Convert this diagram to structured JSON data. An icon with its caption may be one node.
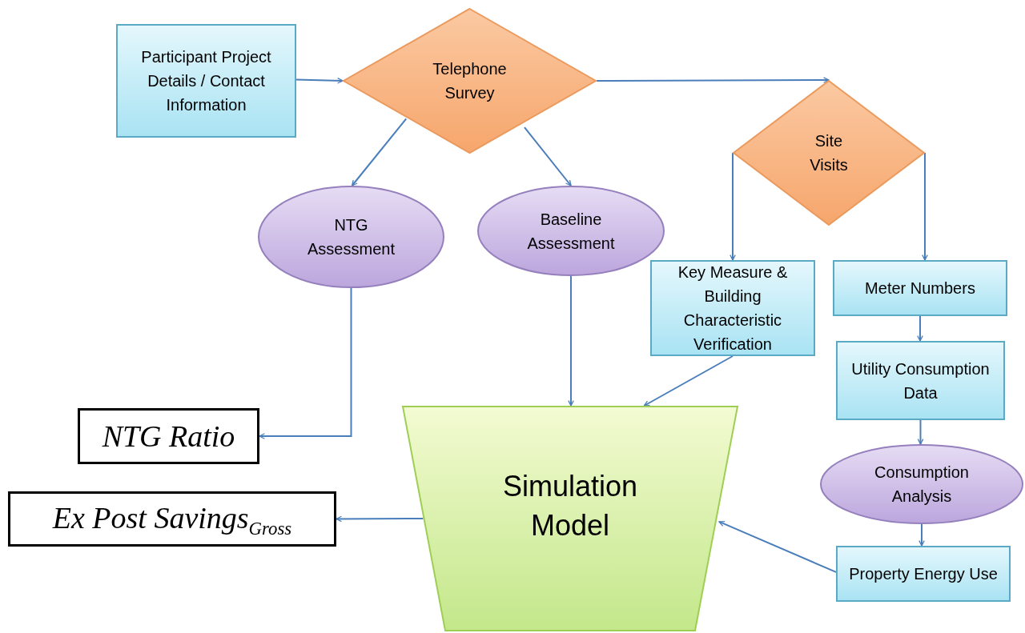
{
  "diagram": {
    "nodes": [
      {
        "text": [
          "Participant Project Details / Contact Information"
        ]
      },
      {
        "text": [
          "Telephone Survey"
        ]
      },
      {
        "text": [
          "Site Visits"
        ]
      },
      {
        "text": [
          "NTG Assessment"
        ]
      },
      {
        "text": [
          "Baseline Assessment"
        ]
      },
      {
        "text": [
          "Key Measure & Building Characteristic Verification"
        ]
      },
      {
        "text": [
          "Meter Numbers"
        ]
      },
      {
        "text": [
          "Utility Consumption Data"
        ]
      },
      {
        "text": [
          "Consumption Analysis"
        ]
      },
      {
        "text": [
          "NTG Ratio"
        ]
      },
      {
        "text": [
          "Simulation Model"
        ]
      },
      {
        "text": [
          "Ex Post Savings$_{Gross}$"
        ]
      },
      {
        "text": [
          "Property Energy Use"
        ]
      }
    ],
    "edges": [
      {
        "from": 0,
        "to": 1,
        "arrow": "to"
      },
      {
        "from": 1,
        "to": 2,
        "arrow": "to"
      },
      {
        "from": 1,
        "to": 3,
        "arrow": "to"
      },
      {
        "from": 1,
        "to": 4,
        "arrow": "to"
      },
      {
        "from": 2,
        "to": 5,
        "arrow": "to"
      },
      {
        "from": 2,
        "to": 6,
        "arrow": "to"
      },
      {
        "from": 3,
        "to": 9,
        "arrow": "to"
      },
      {
        "from": 4,
        "to": 10,
        "arrow": "to"
      },
      {
        "from": 5,
        "to": 10,
        "arrow": "to"
      },
      {
        "from": 6,
        "to": 7,
        "arrow": "to"
      },
      {
        "from": 7,
        "to": 8,
        "arrow": "to"
      },
      {
        "from": 8,
        "to": 12,
        "arrow": "to"
      },
      {
        "from": 12,
        "to": 10,
        "arrow": "to"
      },
      {
        "from": 10,
        "to": 11,
        "arrow": "to"
      }
    ]
  }
}
